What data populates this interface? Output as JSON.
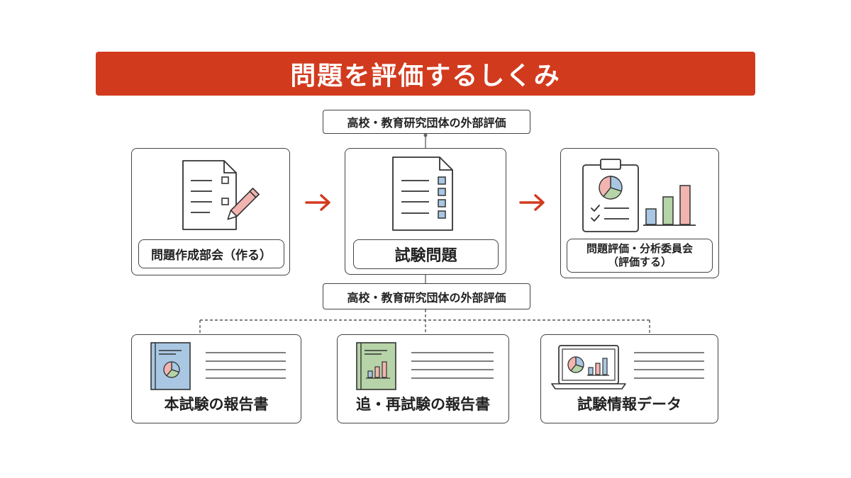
{
  "title": "問題を評価するしくみ",
  "external_eval_top": "高校・教育研究団体の外部評価",
  "external_eval_mid": "高校・教育研究団体の外部評価",
  "steps": [
    {
      "label": "問題作成部会（作る）"
    },
    {
      "label": "試験問題"
    },
    {
      "label_line1": "問題評価・分析委員会",
      "label_line2": "（評価する）"
    }
  ],
  "outputs": [
    {
      "label": "本試験の報告書"
    },
    {
      "label": "追・再試験の報告書"
    },
    {
      "label": "試験情報データ"
    }
  ],
  "colors": {
    "accent": "#d23a1e",
    "outline": "#444444",
    "pie_red": "#f2b4b0",
    "pie_blue": "#a9c7e3",
    "pie_green": "#b7d3a8",
    "checkbox_blue": "#a9c7e3"
  }
}
